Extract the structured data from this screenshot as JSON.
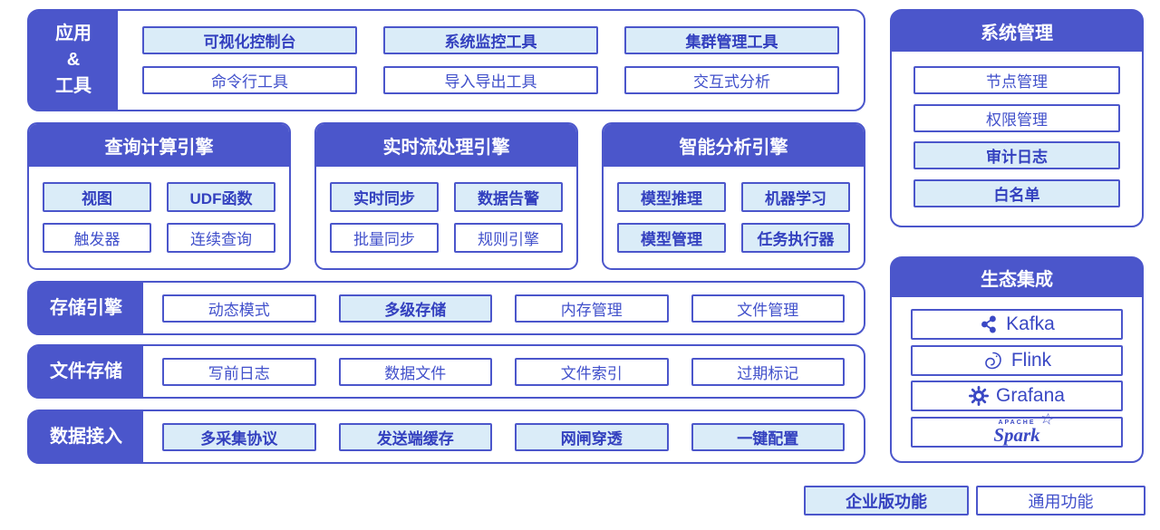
{
  "palette": {
    "primary": "#4B56CB",
    "light_fill": "#DAECF8",
    "enterprise_text": "#3340BF",
    "general_text": "#4150CB"
  },
  "apps_tools": {
    "label_lines": [
      "应用",
      "&",
      "工具"
    ],
    "buttons": [
      {
        "label": "可视化控制台",
        "enterprise": true
      },
      {
        "label": "系统监控工具",
        "enterprise": true
      },
      {
        "label": "集群管理工具",
        "enterprise": true
      },
      {
        "label": "命令行工具",
        "enterprise": false
      },
      {
        "label": "导入导出工具",
        "enterprise": false
      },
      {
        "label": "交互式分析",
        "enterprise": false
      }
    ]
  },
  "engines": [
    {
      "title": "查询计算引擎",
      "buttons": [
        {
          "label": "视图",
          "enterprise": true
        },
        {
          "label": "UDF函数",
          "enterprise": true
        },
        {
          "label": "触发器",
          "enterprise": false
        },
        {
          "label": "连续查询",
          "enterprise": false
        }
      ]
    },
    {
      "title": "实时流处理引擎",
      "buttons": [
        {
          "label": "实时同步",
          "enterprise": true
        },
        {
          "label": "数据告警",
          "enterprise": true
        },
        {
          "label": "批量同步",
          "enterprise": false
        },
        {
          "label": "规则引擎",
          "enterprise": false
        }
      ]
    },
    {
      "title": "智能分析引擎",
      "buttons": [
        {
          "label": "模型推理",
          "enterprise": true
        },
        {
          "label": "机器学习",
          "enterprise": true
        },
        {
          "label": "模型管理",
          "enterprise": true
        },
        {
          "label": "任务执行器",
          "enterprise": true
        }
      ]
    }
  ],
  "layers": [
    {
      "label": "存储引擎",
      "buttons": [
        {
          "label": "动态模式",
          "enterprise": false
        },
        {
          "label": "多级存储",
          "enterprise": true
        },
        {
          "label": "内存管理",
          "enterprise": false
        },
        {
          "label": "文件管理",
          "enterprise": false
        }
      ]
    },
    {
      "label": "文件存储",
      "buttons": [
        {
          "label": "写前日志",
          "enterprise": false
        },
        {
          "label": "数据文件",
          "enterprise": false
        },
        {
          "label": "文件索引",
          "enterprise": false
        },
        {
          "label": "过期标记",
          "enterprise": false
        }
      ]
    },
    {
      "label": "数据接入",
      "buttons": [
        {
          "label": "多采集协议",
          "enterprise": true
        },
        {
          "label": "发送端缓存",
          "enterprise": true
        },
        {
          "label": "网闸穿透",
          "enterprise": true
        },
        {
          "label": "一键配置",
          "enterprise": true
        }
      ]
    }
  ],
  "system_management": {
    "title": "系统管理",
    "items": [
      {
        "label": "节点管理",
        "enterprise": false
      },
      {
        "label": "权限管理",
        "enterprise": false
      },
      {
        "label": "审计日志",
        "enterprise": true
      },
      {
        "label": "白名单",
        "enterprise": true
      }
    ]
  },
  "ecosystem": {
    "title": "生态集成",
    "items": [
      {
        "label": "Kafka",
        "icon": "kafka-icon"
      },
      {
        "label": "Flink",
        "icon": "flink-icon"
      },
      {
        "label": "Grafana",
        "icon": "grafana-icon"
      },
      {
        "label": "Spark",
        "sub": "APACHE",
        "icon": "spark-star-icon"
      }
    ]
  },
  "legend": {
    "enterprise_label": "企业版功能",
    "general_label": "通用功能"
  }
}
